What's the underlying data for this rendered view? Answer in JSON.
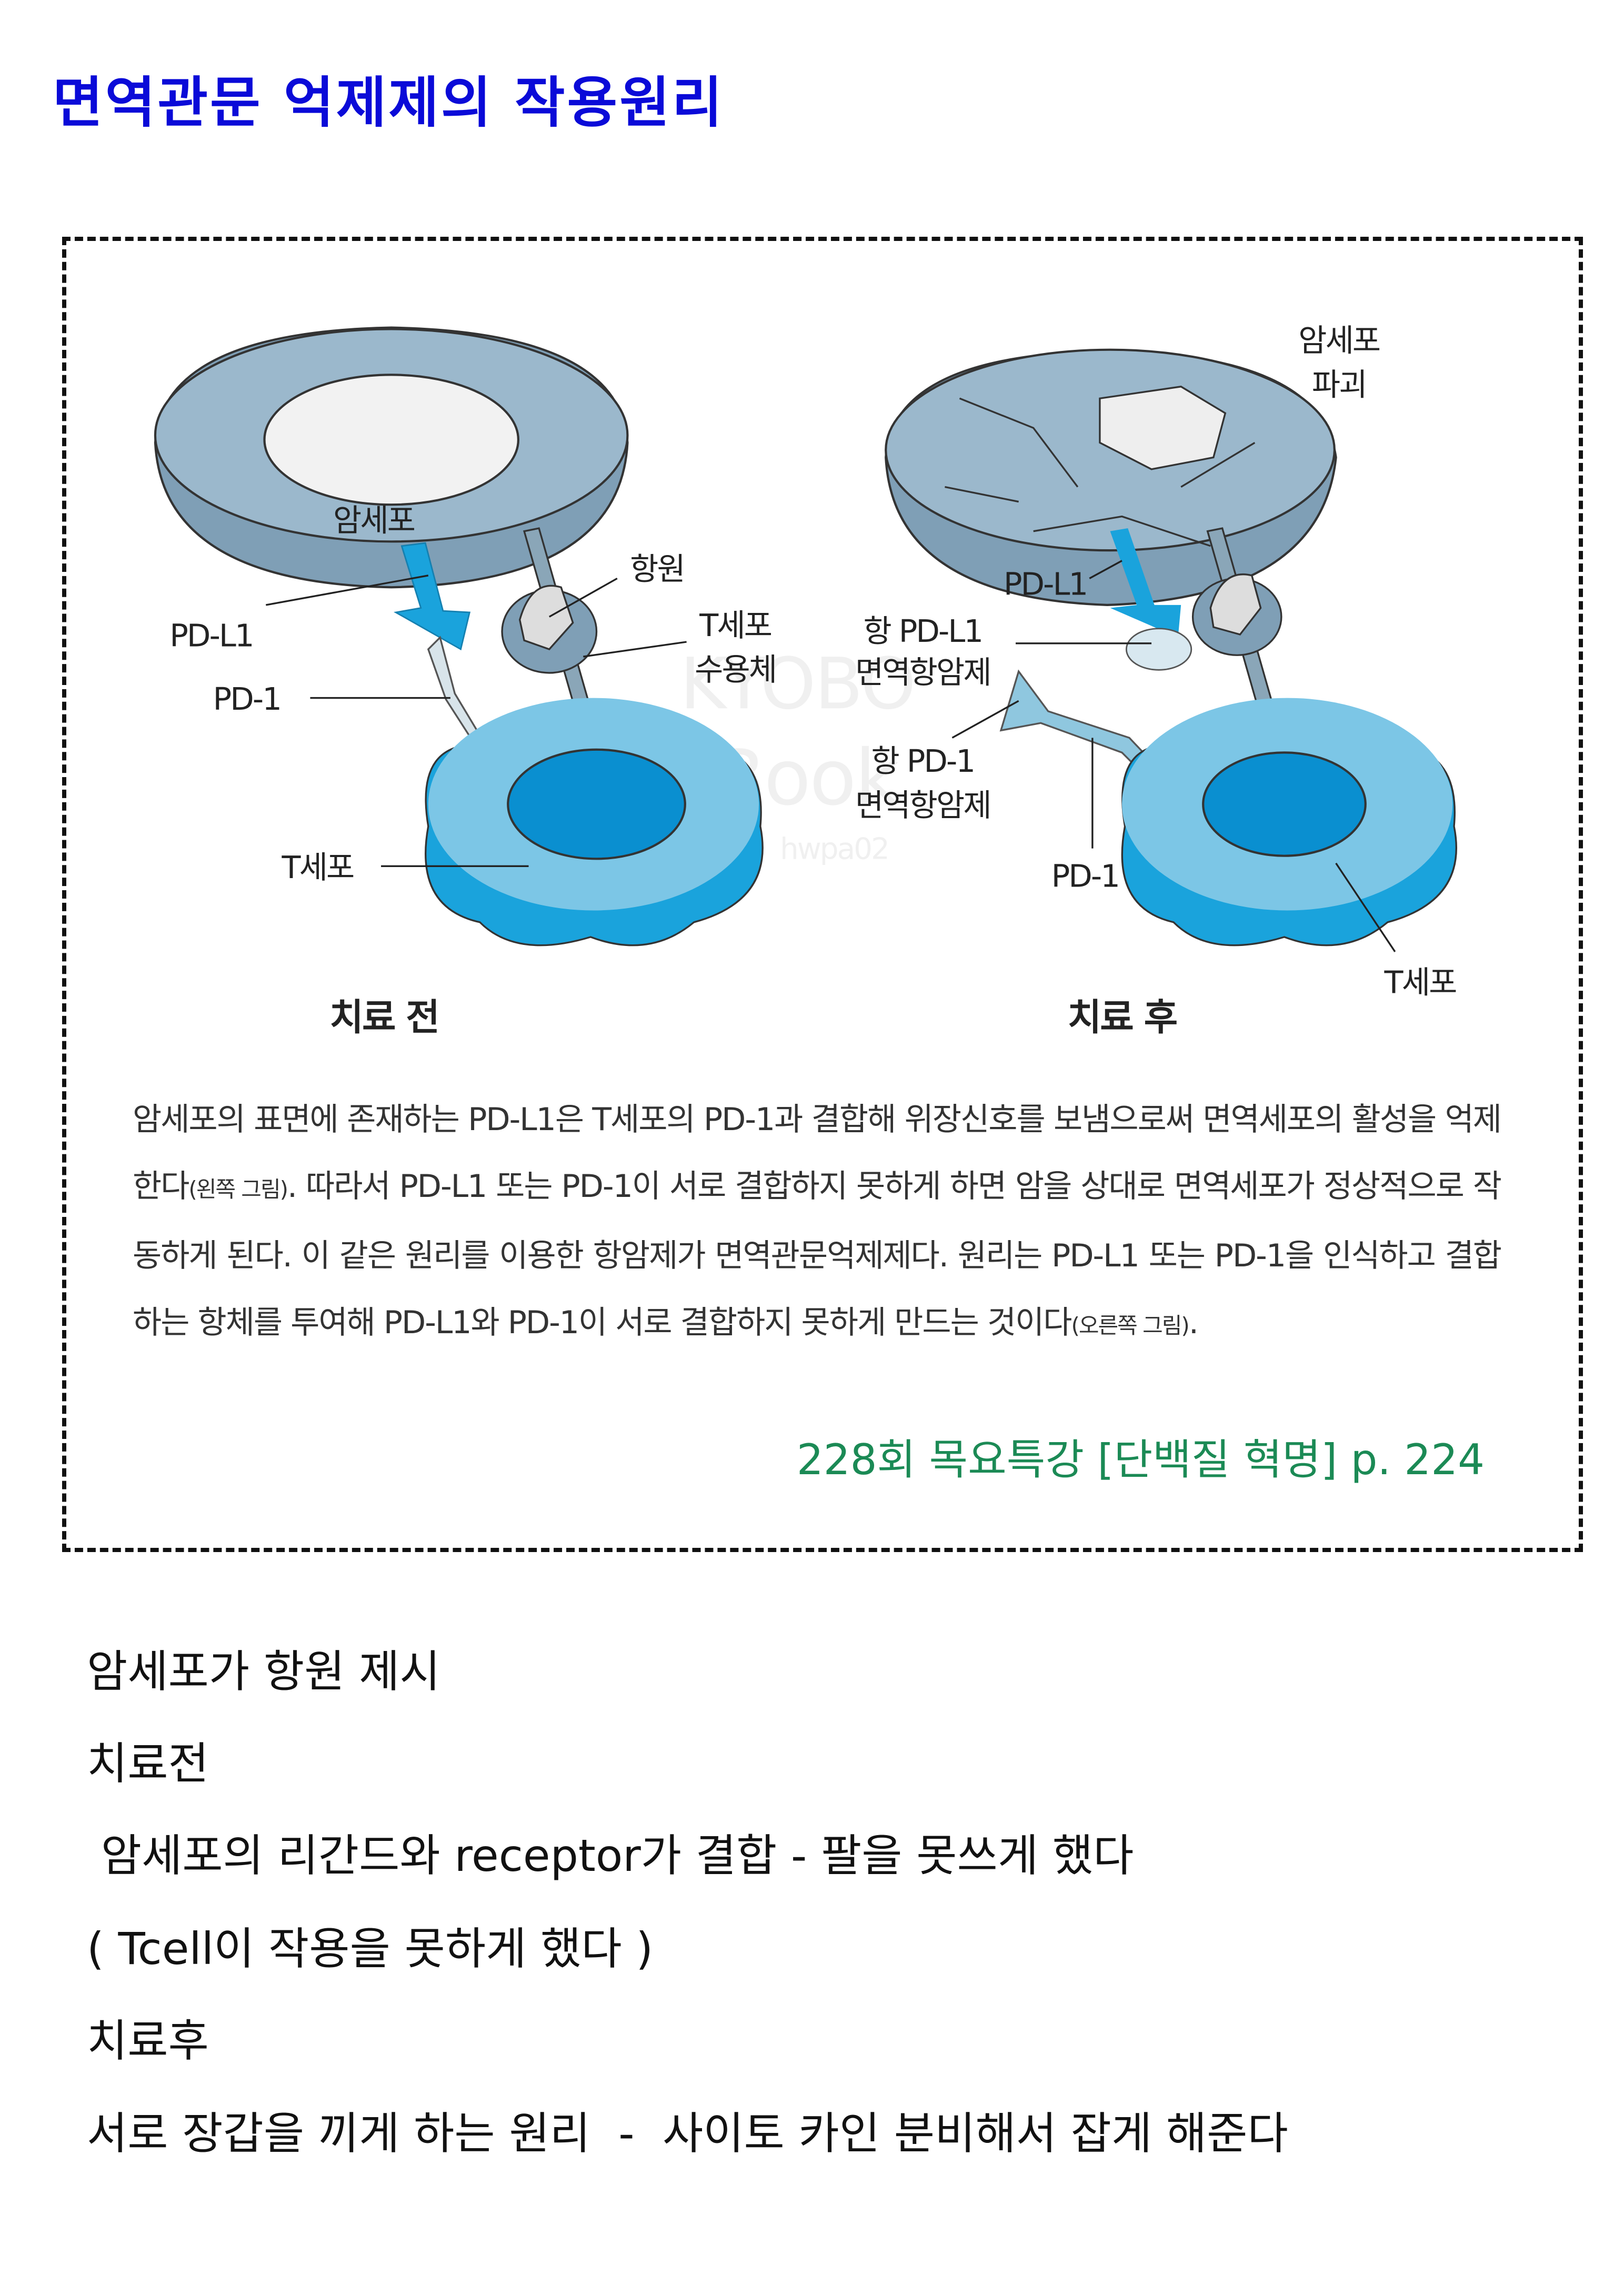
{
  "title": "면역관문 억제제의 작용원리",
  "figure": {
    "left": {
      "cancer_cell": "암세포",
      "antigen": "항원",
      "pd_l1": "PD-L1",
      "t_receptor_1": "T세포",
      "t_receptor_2": "수용체",
      "pd_1": "PD-1",
      "t_cell": "T세포",
      "caption": "치료 전"
    },
    "right": {
      "destroyed_1": "암세포",
      "destroyed_2": "파괴",
      "pd_l1": "PD-L1",
      "anti_pd_l1_1": "항 PD-L1",
      "anti_pd_l1_2": "면역항암제",
      "anti_pd_1_1": "항 PD-1",
      "anti_pd_1_2": "면역항암제",
      "pd_1": "PD-1",
      "t_cell": "T세포",
      "caption": "치료 후"
    },
    "watermark": [
      "KYOBO",
      "eBook",
      "hwpa02"
    ]
  },
  "paragraph": {
    "part1": "암세포의 표면에 존재하는 PD-L1은 T세포의 PD-1과 결합해 위장신호를 보냄으로써 면역세포의 활성을 억제한다",
    "ref1": "(왼쪽 그림)",
    "part2": ". 따라서 PD-L1 또는 PD-1이 서로 결합하지 못하게 하면 암을 상대로 면역세포가 정상적으로 작동하게 된다. 이 같은 원리를 이용한 항암제가 면역관문억제제다. 원리는 PD-L1 또는 PD-1을 인식하고 결합하는 항체를 투여해 PD-L1와 PD-1이 서로 결합하지 못하게 만드는 것이다",
    "ref2": "(오른쪽 그림)",
    "end": "."
  },
  "citation": "228회 목요특강 [단백질 혁명] p. 224",
  "notes": [
    "암세포가 항원 제시",
    "치료전",
    " 암세포의 리간드와 receptor가 결합 - 팔을 못쓰게 했다",
    "( Tcell이 작용을 못하게 했다 )",
    "치료후",
    "서로 장갑을 끼게 하는 원리  -  사이토 카인 분비해서 잡게 해준다"
  ],
  "colors": {
    "title": "#0a0ad8",
    "citation": "#1b8a55",
    "cancer": "#9bb8cc",
    "tcell": "#7cc6e6",
    "nucleus": "#0a8fd0"
  }
}
